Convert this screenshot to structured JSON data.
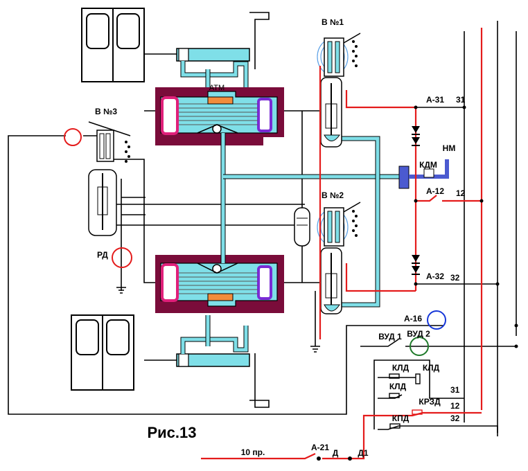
{
  "figure_title": "Рис.13",
  "labels": {
    "atm": "АТМ",
    "valve1": "В №1",
    "valve2": "В №2",
    "valve3": "В №3",
    "rd": "РД",
    "kdm": "КДМ",
    "nm": "НМ",
    "a31": "А-31",
    "a12": "А-12",
    "a32": "А-32",
    "a16": "А-16",
    "a21": "А-21",
    "vud1": "ВУД 1",
    "vud2": "ВУД 2",
    "kld1": "КЛД",
    "kld2": "КЛД",
    "kld3": "КЛД",
    "krzd": "КРЗД",
    "kpd": "КПД",
    "wire31_top": "31",
    "wire12_top": "12",
    "wire32_top": "32",
    "wire31_bot": "31",
    "wire12_bot": "12",
    "wire32_bot": "32",
    "wire10": "10 пр.",
    "d": "Д",
    "d1": "Д1"
  },
  "colors": {
    "air_pipe": "#7fdfe8",
    "air_pipe_stroke": "#1a7f8a",
    "cylinder_body": "#7a0c3a",
    "red_wire": "#e41b1b",
    "black_wire": "#000000",
    "magenta_piston": "#e0207a",
    "purple_piston": "#7a2bd6",
    "orange_seal": "#f28c3c",
    "blue_circle": "#1536d8",
    "green_circle": "#1f7a2a",
    "red_circle": "#e41b1b",
    "coil_blue": "#5aa0e6",
    "kdm_pipe": "#4b5ad0"
  }
}
